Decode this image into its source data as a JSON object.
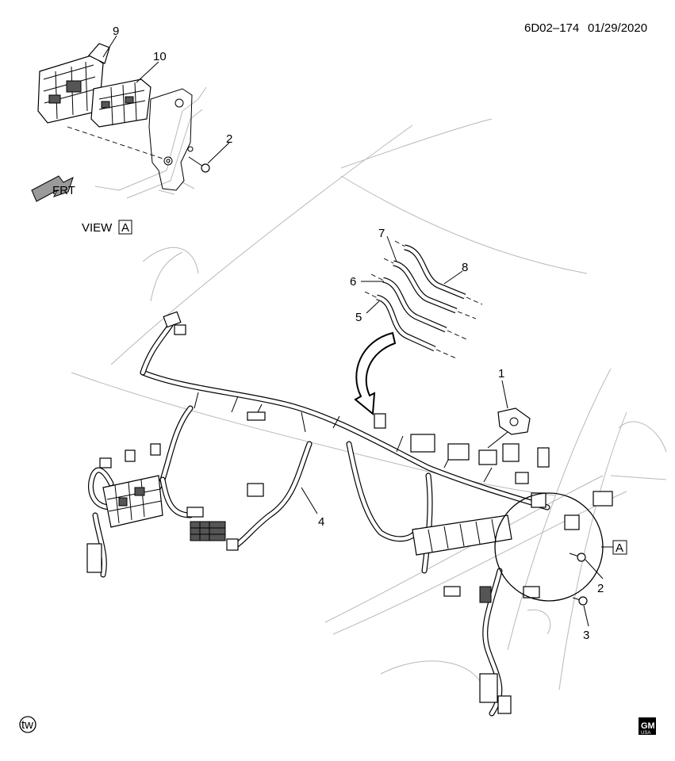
{
  "header": {
    "code": "6D02–174",
    "date": "01/29/2020"
  },
  "view": {
    "label": "VIEW",
    "ref": "A"
  },
  "callout_ref": "A",
  "front_arrow": {
    "text": "FRT",
    "icon": "front-direction-arrow-icon"
  },
  "parts": [
    {
      "id": "1",
      "label": "1"
    },
    {
      "id": "2a",
      "label": "2"
    },
    {
      "id": "2b",
      "label": "2"
    },
    {
      "id": "3",
      "label": "3"
    },
    {
      "id": "4",
      "label": "4"
    },
    {
      "id": "5",
      "label": "5"
    },
    {
      "id": "6",
      "label": "6"
    },
    {
      "id": "7",
      "label": "7"
    },
    {
      "id": "8",
      "label": "8"
    },
    {
      "id": "9",
      "label": "9"
    },
    {
      "id": "10",
      "label": "10"
    }
  ],
  "corner_marks": {
    "left": "tw",
    "logo_top": "GM",
    "logo_bottom": "USA"
  }
}
